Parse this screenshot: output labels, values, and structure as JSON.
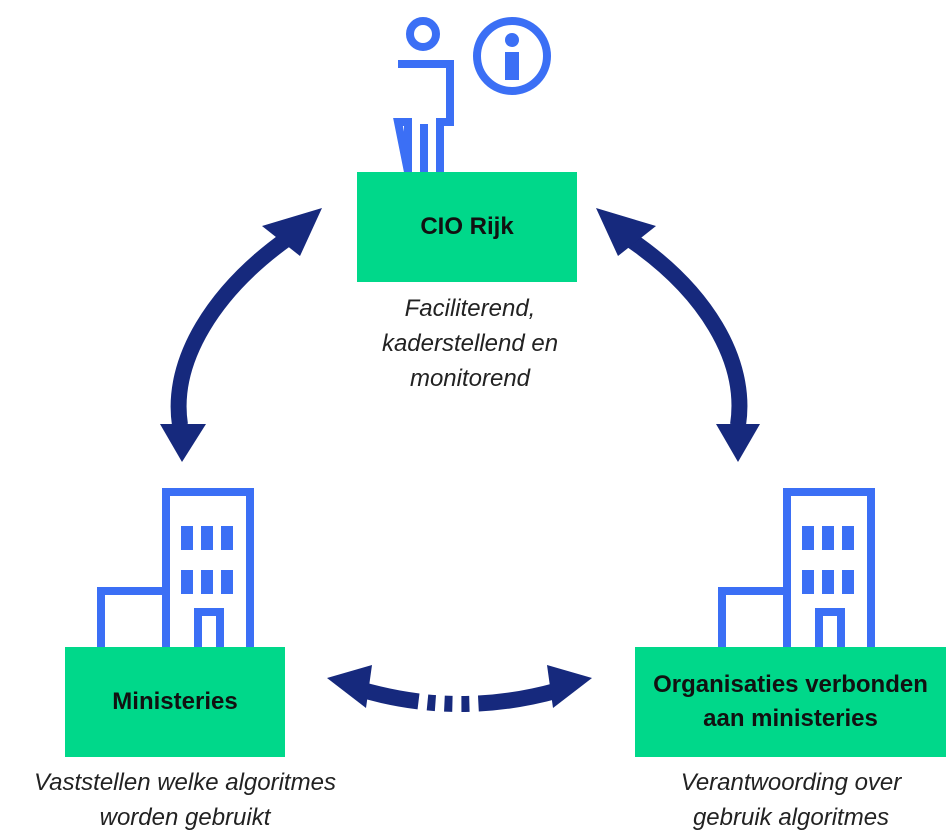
{
  "nodes": {
    "cio": {
      "label": "CIO Rijk",
      "description": [
        "Faciliterend,",
        "kaderstellend en",
        "monitorend"
      ]
    },
    "ministeries": {
      "label": "Ministeries",
      "description": [
        "Vaststellen welke algoritmes",
        "worden gebruikt"
      ]
    },
    "organisaties": {
      "label": [
        "Organisaties verbonden",
        "aan ministeries"
      ],
      "description": [
        "Verantwoording over",
        "gebruik algoritmes"
      ]
    }
  },
  "icons": {
    "cio": [
      "person-icon",
      "info-icon"
    ],
    "ministeries": "building-icon",
    "organisaties": "building-icon"
  },
  "colors": {
    "box": "#00d88a",
    "arrow": "#16297d",
    "icon": "#3b6ff5"
  }
}
